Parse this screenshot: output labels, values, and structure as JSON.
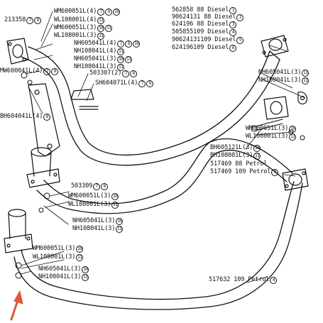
{
  "diagram": {
    "labels": [
      {
        "id": "p213358",
        "text": "213358",
        "refs": [
          "7",
          "8"
        ]
      },
      {
        "id": "wm600051l4a",
        "text": "WM600051L(4)",
        "refs": [
          "7",
          "8",
          "10"
        ]
      },
      {
        "id": "wl108001l4",
        "text": "WL108001L(4)",
        "refs": [
          "11"
        ]
      },
      {
        "id": "wm600051l3a",
        "text": "WM600051L(3)",
        "refs": [
          "10",
          "11"
        ]
      },
      {
        "id": "wl108001l3a",
        "text": "WL108001L(3)",
        "refs": [
          "11"
        ]
      },
      {
        "id": "nh605041l4",
        "text": "NH605041L(4)",
        "refs": [
          "7",
          "8",
          "10"
        ]
      },
      {
        "id": "nh108041l4",
        "text": "NH108041L(4)",
        "refs": [
          "11"
        ]
      },
      {
        "id": "nh605041l3a",
        "text": "NH605041L(3)",
        "refs": [
          "10",
          "11"
        ]
      },
      {
        "id": "nh108041l3a",
        "text": "NH108041L(3)",
        "refs": [
          "11"
        ]
      },
      {
        "id": "mw600041l",
        "text": "MW600041L(4)",
        "refs": [
          "7",
          "8"
        ]
      },
      {
        "id": "bh604041l",
        "text": "BH604041L(4)",
        "refs": [
          "8"
        ]
      },
      {
        "id": "p503307",
        "text": "503307(2)",
        "refs": [
          "7",
          "8"
        ]
      },
      {
        "id": "sh604071l",
        "text": "SH604071L(4)",
        "refs": [
          "7",
          "8"
        ]
      },
      {
        "id": "p562858",
        "text": "562858 88 Diesel",
        "refs": [
          "1"
        ]
      },
      {
        "id": "p90624131",
        "text": "90624131 88 Diesel",
        "refs": [
          "2"
        ]
      },
      {
        "id": "p624196",
        "text": "624196 88 Diesel",
        "refs": [
          "3"
        ]
      },
      {
        "id": "p505855109",
        "text": "505855109 Diesel",
        "refs": [
          "4"
        ]
      },
      {
        "id": "p90624131109",
        "text": "90624131109 Diesel",
        "refs": [
          "5"
        ]
      },
      {
        "id": "p624196109",
        "text": "624196109 Diesel",
        "refs": [
          "6"
        ]
      },
      {
        "id": "nh605041l3b",
        "text": "NH605041L(3)",
        "refs": [
          "11"
        ]
      },
      {
        "id": "nh108041l3b",
        "text": "NH108041L(3)",
        "refs": [
          "11"
        ]
      },
      {
        "id": "wm600051l3b",
        "text": "WM600051L(3)",
        "refs": [
          "10"
        ]
      },
      {
        "id": "wl108001l3b",
        "text": "WL108001L(3)",
        "refs": [
          "11"
        ]
      },
      {
        "id": "bh605121l",
        "text": "BH605121L(3)",
        "refs": [
          "10"
        ]
      },
      {
        "id": "bh108081l",
        "text": "BH108081L(3)",
        "refs": [
          "11"
        ]
      },
      {
        "id": "p51746988",
        "text": "517469 88 Petrol",
        "refs": []
      },
      {
        "id": "p517469109",
        "text": "517469 109 Petrol",
        "refs": [
          "9"
        ]
      },
      {
        "id": "p503309",
        "text": "503309",
        "refs": [
          "7",
          "8"
        ]
      },
      {
        "id": "wm600051l3c",
        "text": "WM600051L(3)",
        "refs": [
          "10"
        ]
      },
      {
        "id": "wl108001l3c",
        "text": "WL108001L(3)",
        "refs": [
          "11"
        ]
      },
      {
        "id": "nh605041l3c",
        "text": "NH605041L(3)",
        "refs": [
          "10"
        ]
      },
      {
        "id": "nh108041l3c",
        "text": "NH108041L(3)",
        "refs": [
          "11"
        ]
      },
      {
        "id": "wm600051l3d",
        "text": "WM600051L(3)",
        "refs": [
          "10"
        ]
      },
      {
        "id": "wl108001l3d",
        "text": "WL108001L(3)",
        "refs": [
          "11"
        ]
      },
      {
        "id": "nh605041l3d",
        "text": "NH605041L(3)",
        "refs": [
          "10"
        ]
      },
      {
        "id": "nh108041l3d",
        "text": "NH108041L(3)",
        "refs": [
          "11"
        ]
      },
      {
        "id": "p517632109",
        "text": "517632 109 Petrol",
        "refs": [
          "4"
        ]
      }
    ]
  },
  "colors": {
    "ink": "#111111",
    "arrow": "#e2553a",
    "paper": "#ffffff"
  }
}
